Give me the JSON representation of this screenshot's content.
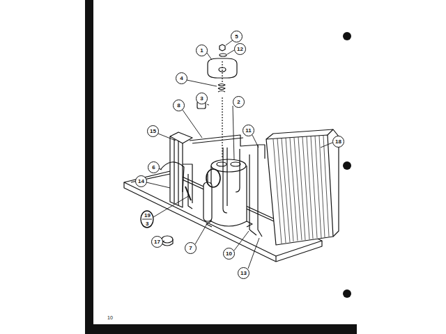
{
  "diagram": {
    "labels": [
      "1",
      "5",
      "12",
      "4",
      "3",
      "2",
      "8",
      "15",
      "11",
      "18",
      "6",
      "14",
      "19",
      "3",
      "17",
      "7",
      "10",
      "13",
      "10"
    ]
  }
}
